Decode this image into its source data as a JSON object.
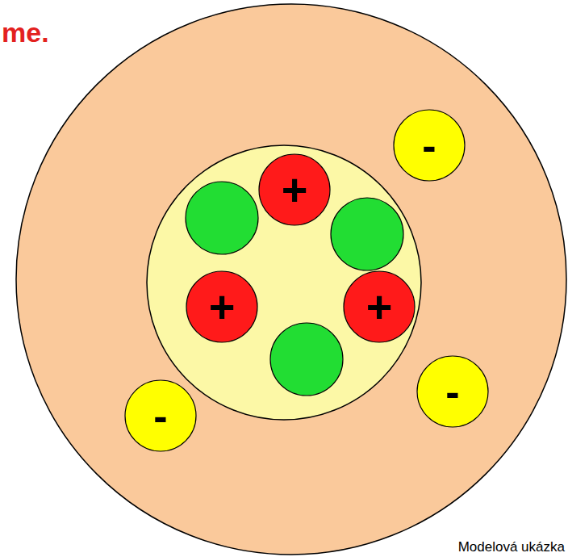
{
  "diagram": {
    "title": "me.",
    "nodes": [
      {
        "text": [
          "-"
        ]
      },
      {
        "text": [
          "+"
        ]
      },
      {
        "text": [
          "+"
        ]
      },
      {
        "text": [
          "+"
        ]
      },
      {
        "text": [
          "-"
        ]
      },
      {
        "text": [
          "-"
        ]
      }
    ],
    "labels": [
      "Modelová ukázka"
    ]
  }
}
